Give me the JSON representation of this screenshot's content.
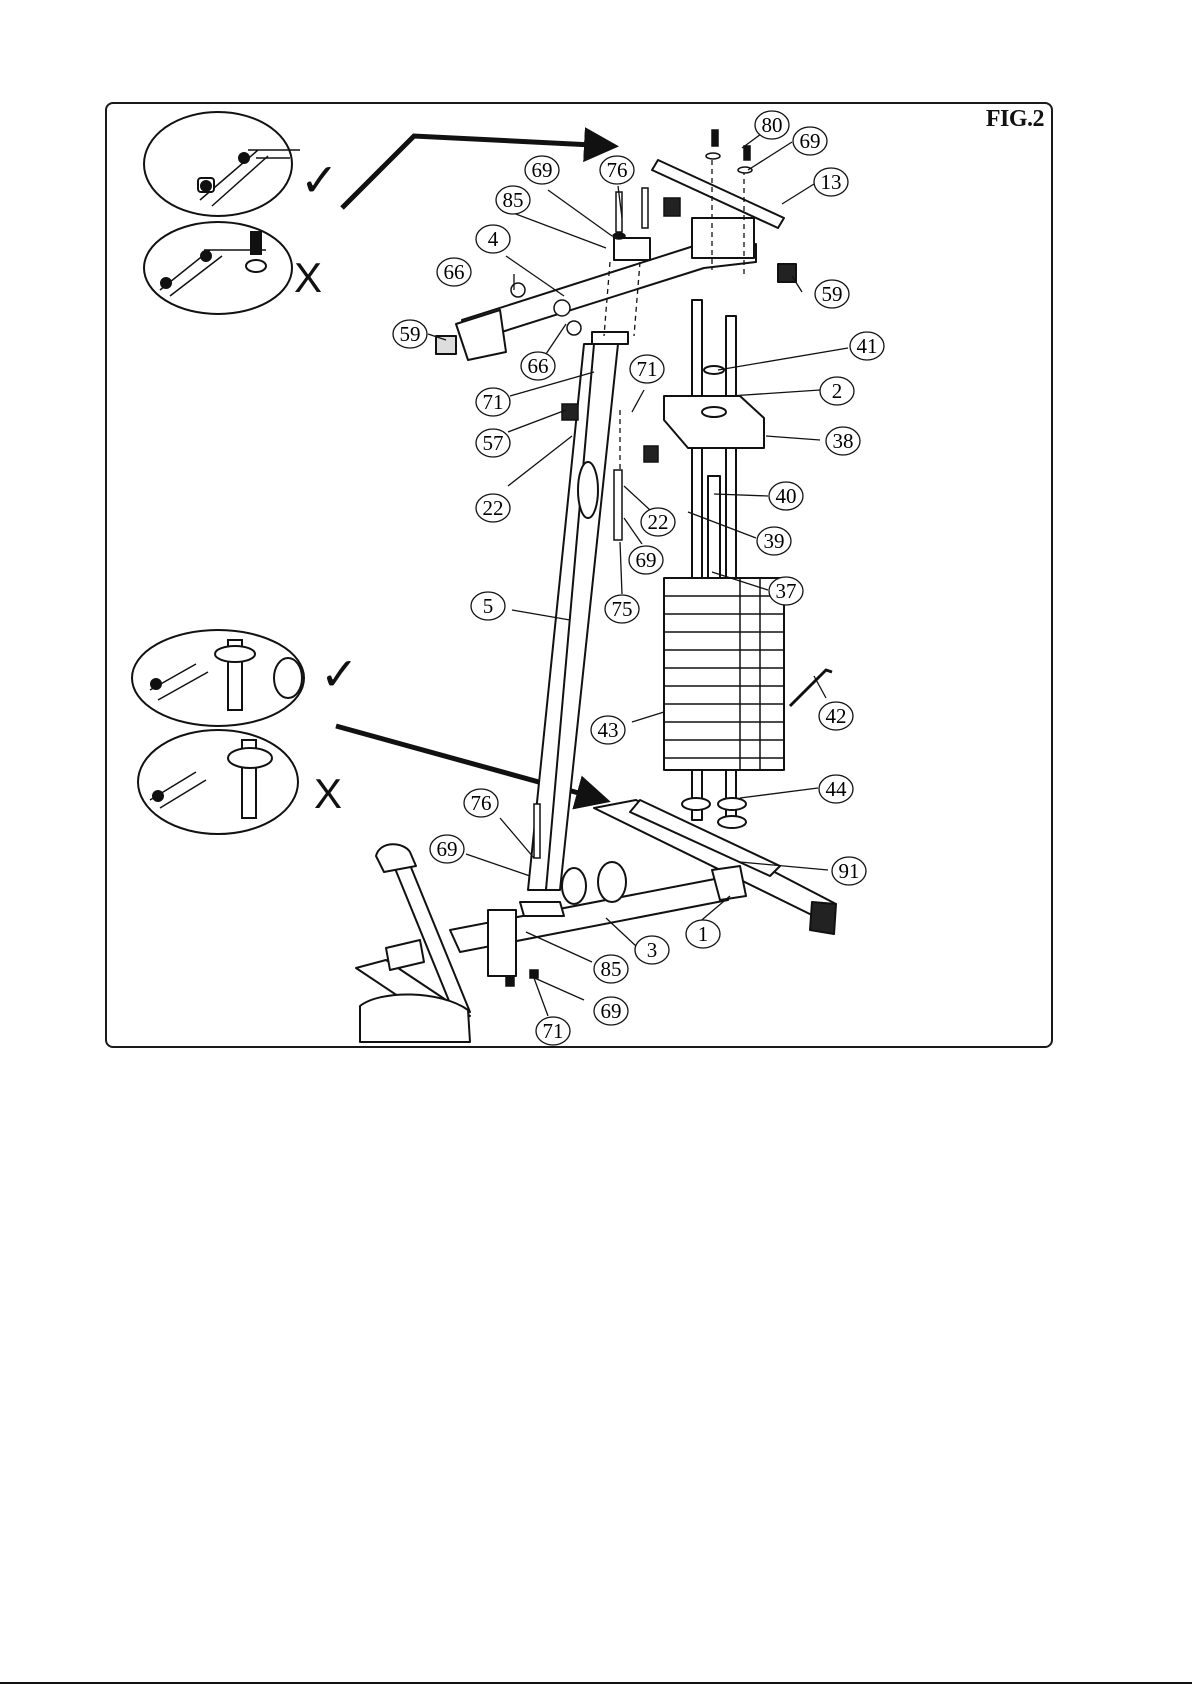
{
  "figure": {
    "title": "FIG.2"
  },
  "insets": {
    "correct_symbol": "✓",
    "wrong_symbol": "X"
  },
  "callouts": [
    {
      "id": "80",
      "label": "80"
    },
    {
      "id": "69a",
      "label": "69"
    },
    {
      "id": "13",
      "label": "13"
    },
    {
      "id": "69b",
      "label": "69"
    },
    {
      "id": "76a",
      "label": "76"
    },
    {
      "id": "85a",
      "label": "85"
    },
    {
      "id": "4",
      "label": "4"
    },
    {
      "id": "66a",
      "label": "66"
    },
    {
      "id": "59a",
      "label": "59"
    },
    {
      "id": "59b",
      "label": "59"
    },
    {
      "id": "66b",
      "label": "66"
    },
    {
      "id": "41",
      "label": "41"
    },
    {
      "id": "71a",
      "label": "71"
    },
    {
      "id": "71b",
      "label": "71"
    },
    {
      "id": "2",
      "label": "2"
    },
    {
      "id": "57",
      "label": "57"
    },
    {
      "id": "38",
      "label": "38"
    },
    {
      "id": "40",
      "label": "40"
    },
    {
      "id": "22a",
      "label": "22"
    },
    {
      "id": "22b",
      "label": "22"
    },
    {
      "id": "39",
      "label": "39"
    },
    {
      "id": "69c",
      "label": "69"
    },
    {
      "id": "37",
      "label": "37"
    },
    {
      "id": "5",
      "label": "5"
    },
    {
      "id": "75",
      "label": "75"
    },
    {
      "id": "42",
      "label": "42"
    },
    {
      "id": "43",
      "label": "43"
    },
    {
      "id": "44",
      "label": "44"
    },
    {
      "id": "76b",
      "label": "76"
    },
    {
      "id": "69d",
      "label": "69"
    },
    {
      "id": "91",
      "label": "91"
    },
    {
      "id": "1",
      "label": "1"
    },
    {
      "id": "3",
      "label": "3"
    },
    {
      "id": "85b",
      "label": "85"
    },
    {
      "id": "69e",
      "label": "69"
    },
    {
      "id": "71c",
      "label": "71"
    }
  ]
}
